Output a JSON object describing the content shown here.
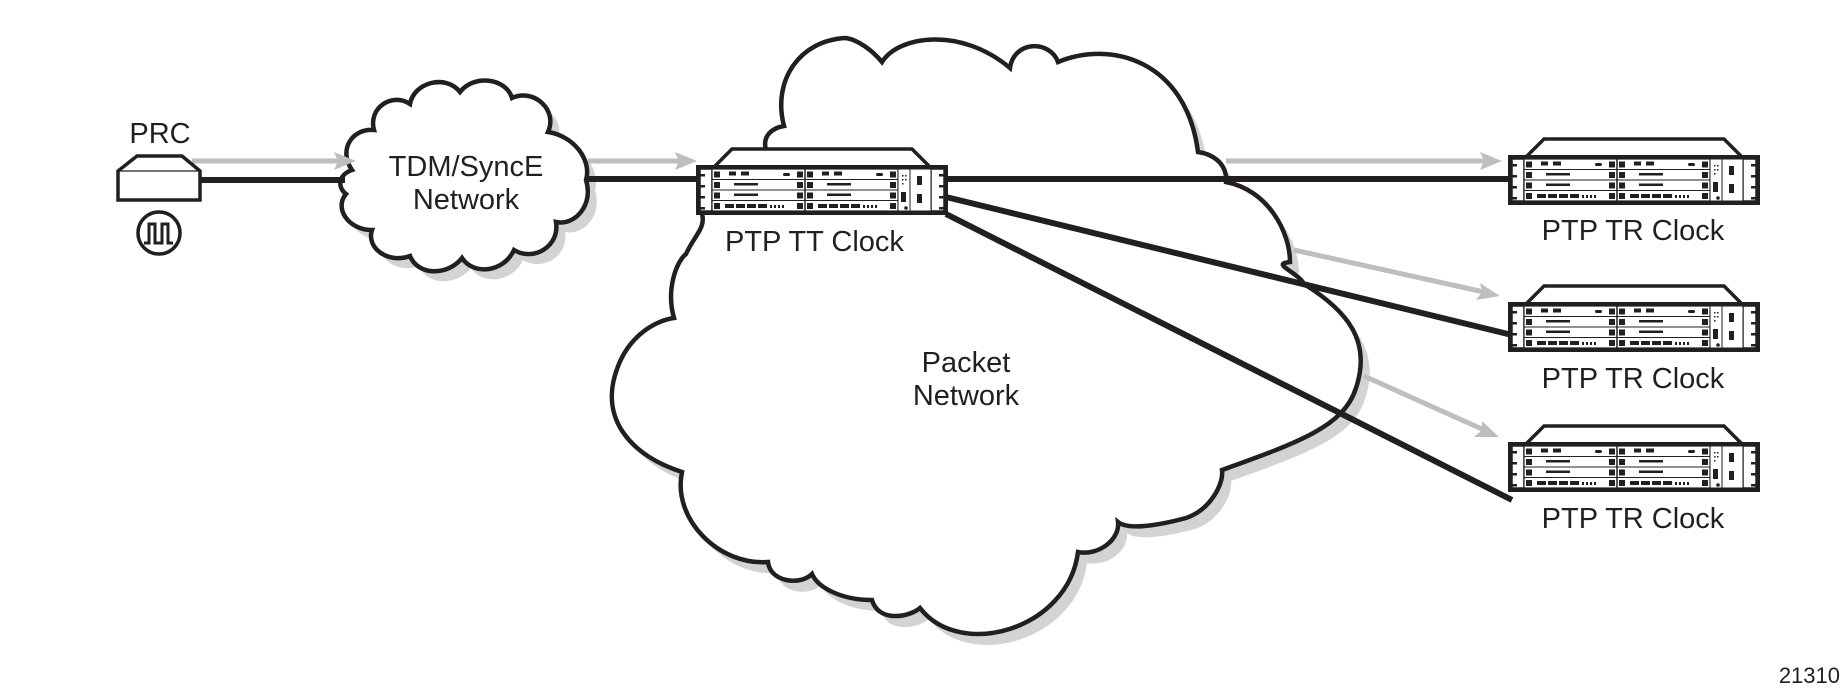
{
  "diagram": {
    "nodes": {
      "prc": {
        "label": "PRC",
        "icon": "square-wave-clock-icon"
      },
      "tdm_cloud": {
        "label_line1": "TDM/SyncE",
        "label_line2": "Network"
      },
      "packet_cloud": {
        "label_line1": "Packet",
        "label_line2": "Network"
      },
      "tt_clock": {
        "label": "PTP TT Clock"
      },
      "tr_clocks": [
        {
          "label": "PTP TR Clock"
        },
        {
          "label": "PTP TR Clock"
        },
        {
          "label": "PTP TR Clock"
        }
      ]
    },
    "figure_id": "21310",
    "colors": {
      "line": "#231f20",
      "flow_arrow": "#bcbec0",
      "shadow": "#d1d3d4"
    }
  }
}
